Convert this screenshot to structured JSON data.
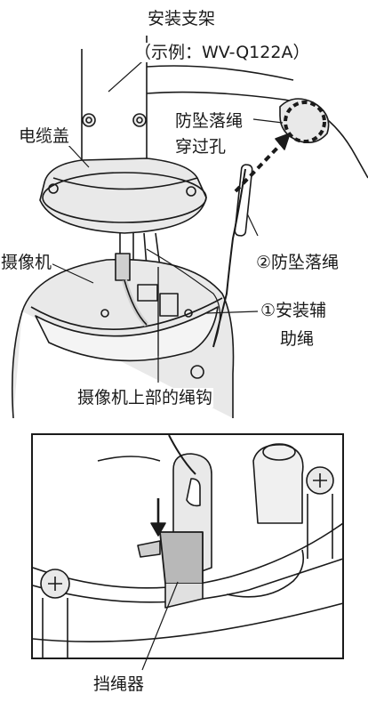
{
  "top_figure": {
    "labels": {
      "bracket_title": "安装支架",
      "bracket_example": "（示例：WV-Q122A）",
      "cable_cover": "电缆盖",
      "safety_hole_line1": "防坠落绳",
      "safety_hole_line2": "穿过孔",
      "camera": "摄像机",
      "safety_wire": "②防坠落绳",
      "aux_wire_line1": "①安装辅",
      "aux_wire_line2": "助绳",
      "camera_hook": "摄像机上部的绳钩"
    }
  },
  "bottom_figure": {
    "labels": {
      "wire_stopper": "挡绳器"
    }
  },
  "colors": {
    "line": "#1a1a1a",
    "body_fill": "#e9e9e9",
    "shade": "#cfcfcf",
    "stopper": "#b8b8b8"
  }
}
